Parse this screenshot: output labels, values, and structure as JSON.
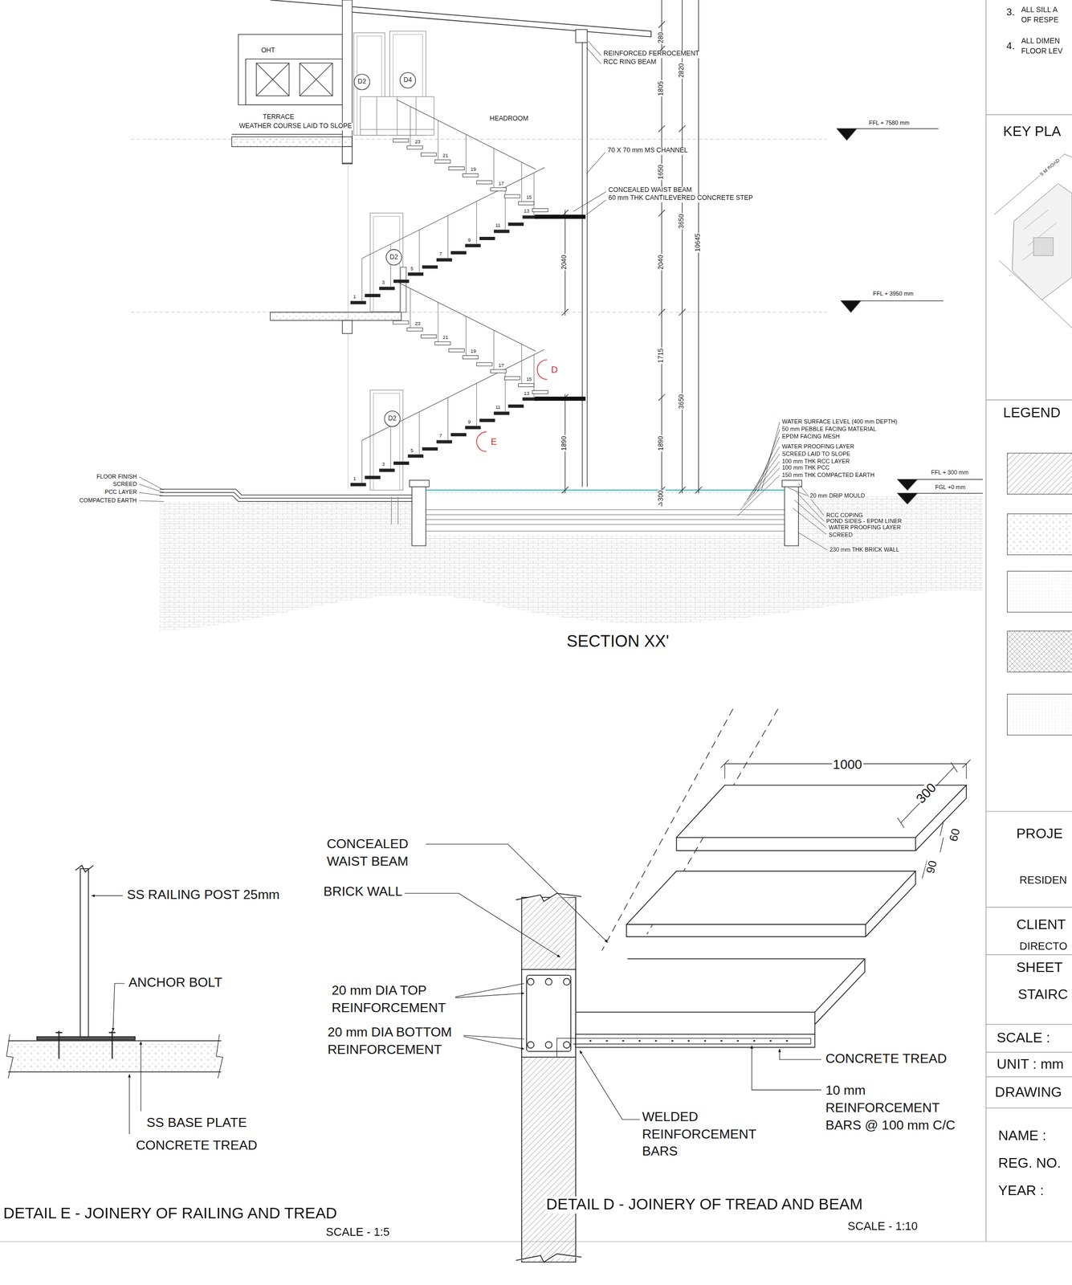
{
  "diagram": {
    "nodes": [
      {
        "text": [
          "D2"
        ]
      },
      {
        "text": [
          "D4"
        ]
      },
      {
        "text": [
          "D2"
        ]
      },
      {
        "text": [
          "D2"
        ]
      }
    ],
    "labels": [
      "3.",
      "ALL SILL A",
      "OF RESPE",
      "4.",
      "ALL DIMEN",
      "FLOOR LEV",
      "KEY PLA",
      "5 M ROAD",
      "LEGEND",
      "PROJE",
      "RESIDEN",
      "CLIENT",
      "DIRECTO",
      "SHEET",
      "STAIRC",
      "SCALE :",
      "UNIT : mm",
      "DRAWING",
      "NAME :",
      "REG. NO.",
      "YEAR :",
      "OHT",
      "TERRACE",
      "WEATHER COURSE LAID TO SLOPE",
      "HEADROOM",
      "REINFORCED FERROCEMENT",
      "RCC RING BEAM",
      "70 X 70 mm MS CHANNEL",
      "CONCEALED WAIST BEAM",
      "60 mm THK CANTILEVERED CONCRETE STEP",
      "FFL + 7580 mm",
      "FFL + 3950 mm",
      "280",
      "2820",
      "1805",
      "1650",
      "3650",
      "2040",
      "10645",
      "2040",
      "1715",
      "3650",
      "1890",
      "1890",
      "300",
      "23",
      "21",
      "19",
      "17",
      "15",
      "13",
      "11",
      "9",
      "7",
      "5",
      "3",
      "1",
      "23",
      "21",
      "19",
      "17",
      "15",
      "13",
      "11",
      "9",
      "7",
      "5",
      "3",
      "1",
      "D",
      "E",
      "WATER SURFACE LEVEL (400 mm DEPTH)",
      "50 mm PEBBLE FACING MATERIAL",
      "EPDM FACING MESH",
      "WATER PROOFING LAYER",
      "SCREED LAID TO SLOPE",
      "100 mm THK RCC LAYER",
      "100 mm THK PCC",
      "150 mm THK COMPACTED EARTH",
      "FFL + 300 mm",
      "FGL +0 mm",
      "20 mm DRIP MOULD",
      "RCC COPING",
      "POND SIDES - EPDM LINER",
      "WATER PROOFING LAYER",
      "SCREED",
      "230 mm THK BRICK WALL",
      "FLOOR FINISH",
      "SCREED",
      "PCC LAYER",
      "COMPACTED EARTH",
      "SECTION XX'",
      "1000",
      "300",
      "60",
      "90",
      "CONCEALED WAIST BEAM",
      "BRICK WALL",
      "20 mm DIA TOP REINFORCEMENT",
      "20 mm DIA BOTTOM REINFORCEMENT",
      "CONCRETE TREAD",
      "10 mm REINFORCEMENT BARS @ 100 mm C/C",
      "WELDED REINFORCEMENT BARS",
      "DETAIL D - JOINERY OF TREAD AND BEAM",
      "SCALE - 1:10",
      "SS RAILING POST 25mm",
      "ANCHOR BOLT",
      "SS BASE PLATE",
      "CONCRETE TREAD",
      "DETAIL E - JOINERY OF RAILING AND TREAD",
      "SCALE - 1:5"
    ]
  }
}
